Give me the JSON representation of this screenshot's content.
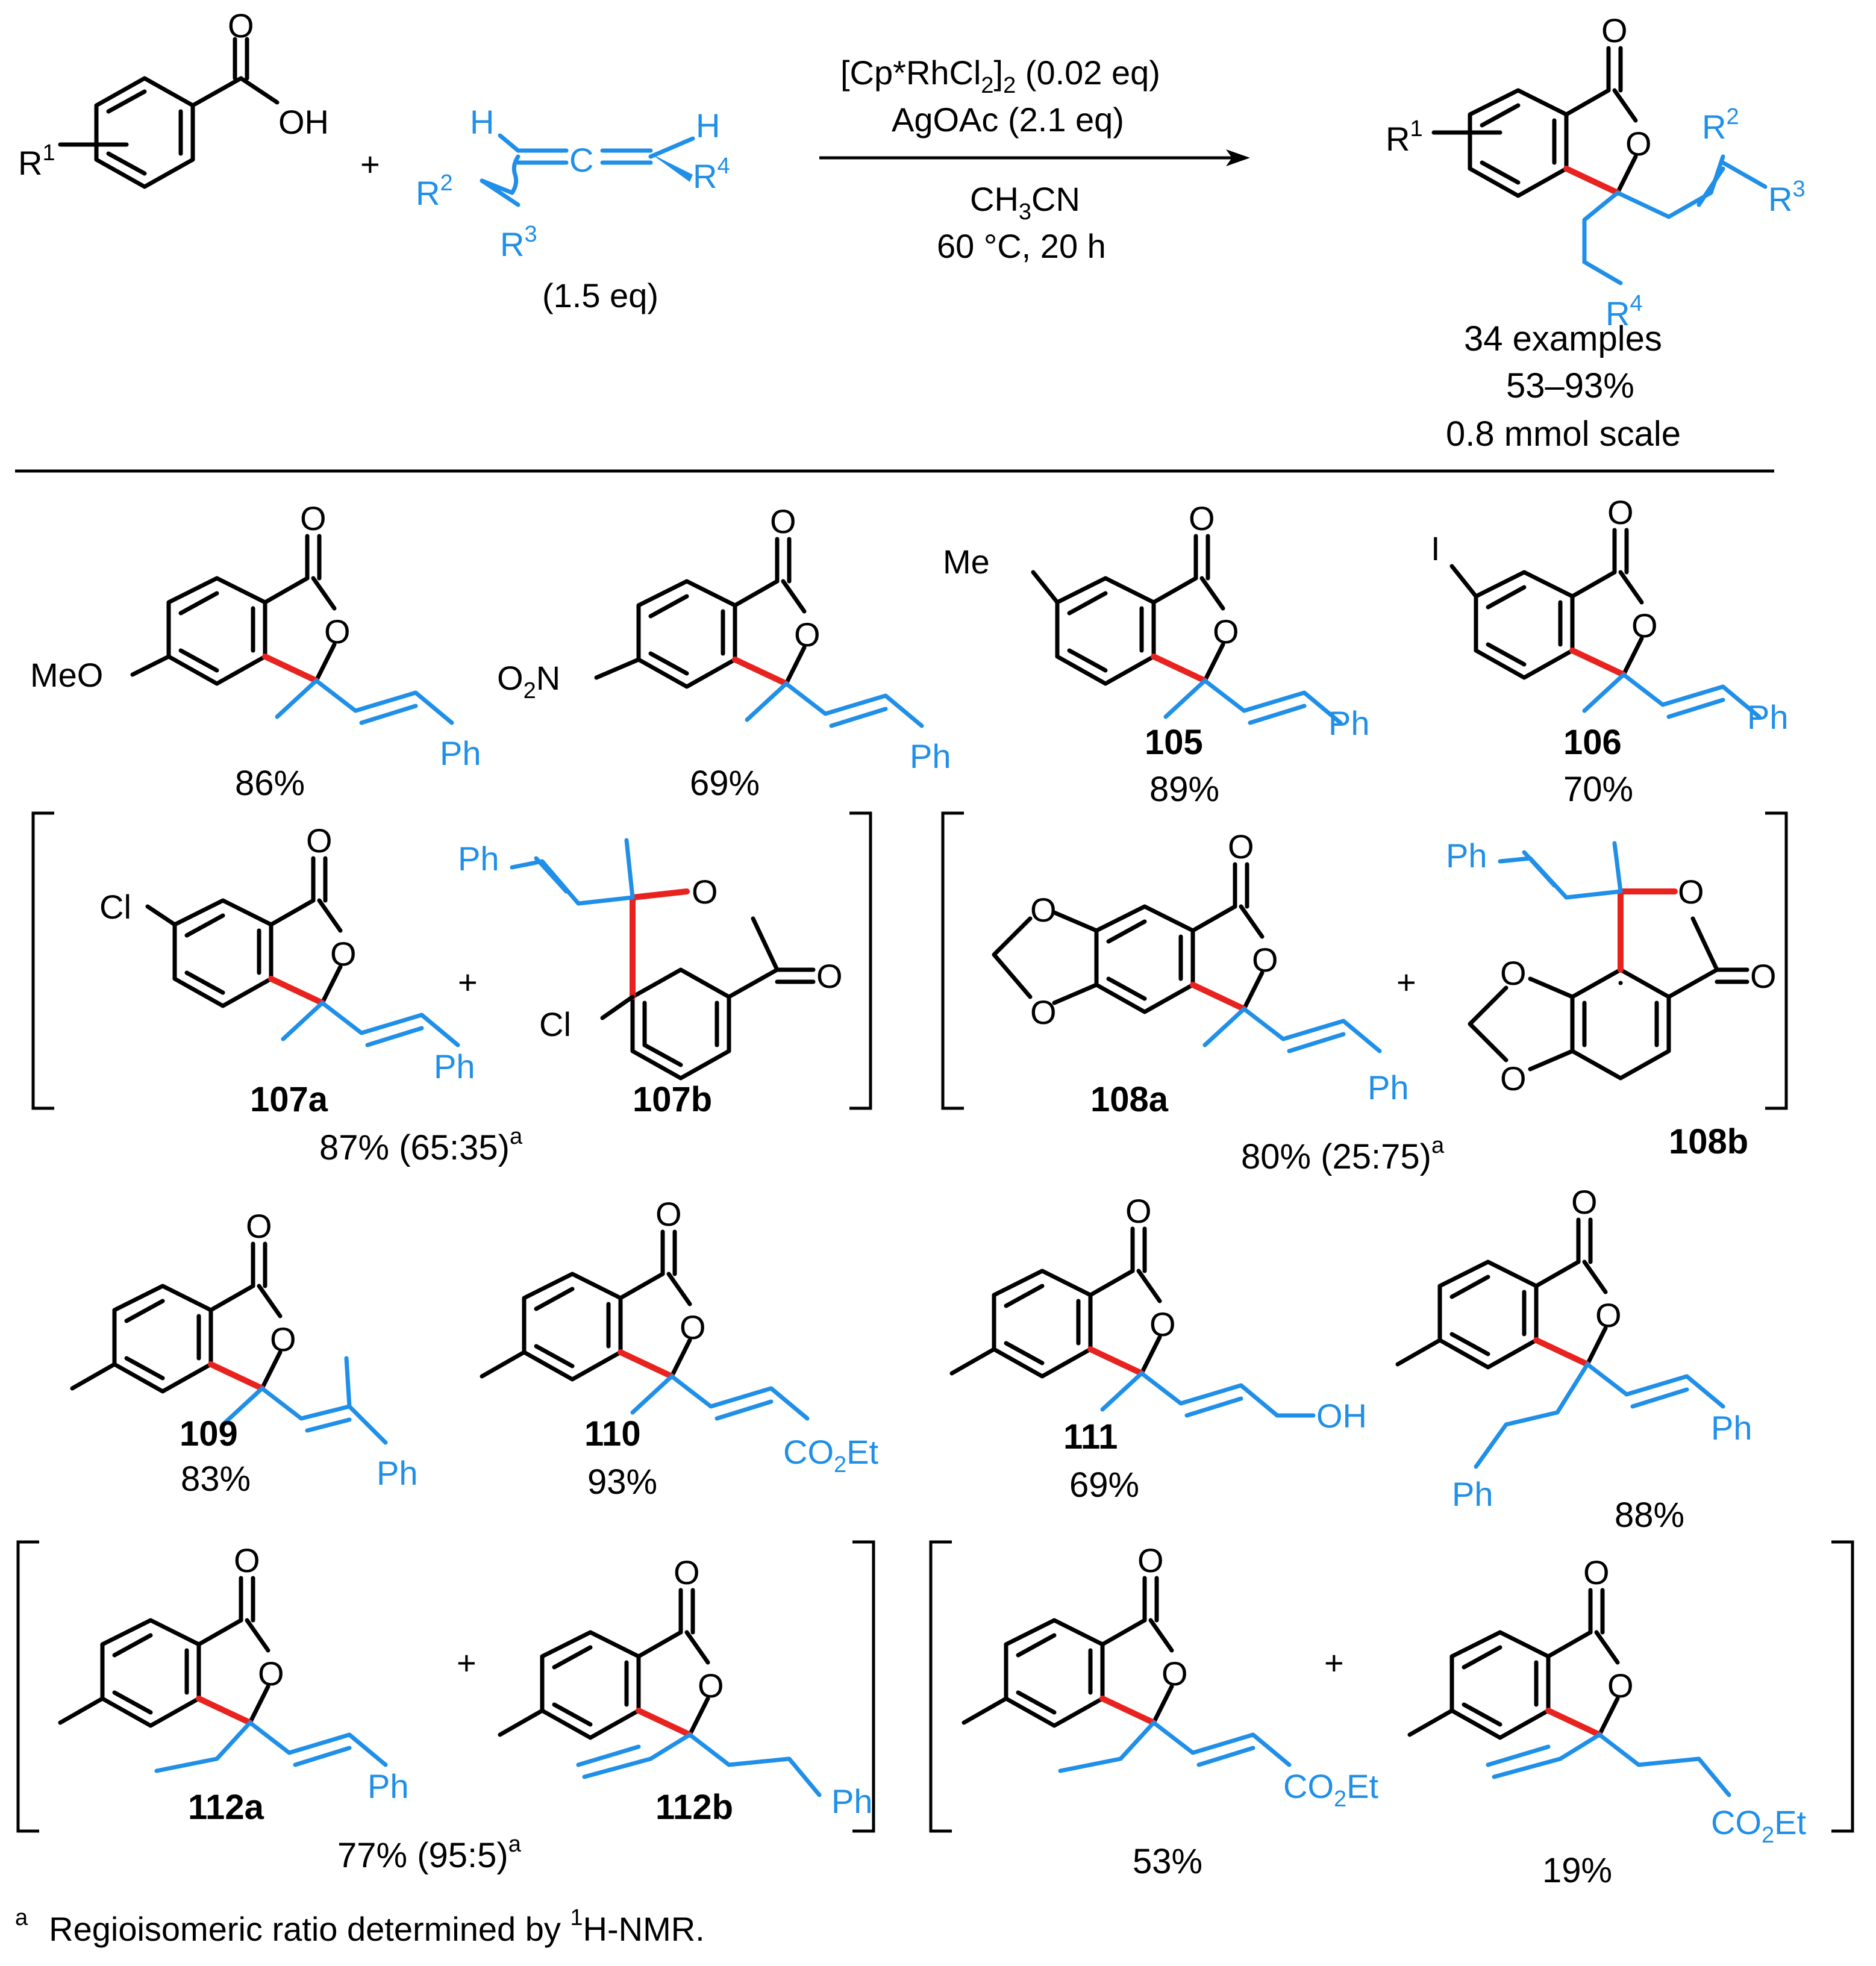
{
  "colors": {
    "bond": "#000000",
    "new_bond": "#e8231f",
    "allene_fragment": "#1f8fe8"
  },
  "scheme": {
    "substrate_acid": {
      "r": "R",
      "sup": "1",
      "oh": "OH",
      "o": "O"
    },
    "plus": "+",
    "allene": {
      "h1": "H",
      "h2": "H",
      "c": "C",
      "r2": "R",
      "r2sup": "2",
      "r3": "R",
      "r3sup": "3",
      "r4": "R",
      "r4sup": "4",
      "equiv": "(1.5 eq)"
    },
    "conditions": {
      "catalyst_a": "[Cp*RhCl",
      "catalyst_sub1": "2",
      "catalyst_b": "]",
      "catalyst_sub2": "2",
      "catalyst_c": " (0.02 eq)",
      "oxidant": "AgOAc (2.1 eq)",
      "solvent_a": "CH",
      "solvent_sub": "3",
      "solvent_b": "CN",
      "temp_time": "60 °C, 20 h"
    },
    "product": {
      "o1": "O",
      "o2": "O",
      "r1": "R",
      "r1sup": "1",
      "r2": "R",
      "r2sup": "2",
      "r3": "R",
      "r3sup": "3",
      "r4": "R",
      "r4sup": "4",
      "examples": "34 examples",
      "yield_range": "53–93%",
      "scale": "0.8 mmol scale"
    }
  },
  "compounds": {
    "c1": {
      "sub": "MeO",
      "ph": "Ph",
      "yield": "86%"
    },
    "c2": {
      "sub_a": "O",
      "sub_sub": "2",
      "sub_b": "N",
      "ph": "Ph",
      "yield": "69%"
    },
    "c105": {
      "sub": "Me",
      "ph": "Ph",
      "label": "105",
      "yield": "89%"
    },
    "c106": {
      "sub": "I",
      "ph": "Ph",
      "label": "106",
      "yield": "70%"
    },
    "c107": {
      "cl_a": "Cl",
      "cl_b": "Cl",
      "ph_a": "Ph",
      "ph_b": "Ph",
      "label_a": "107a",
      "label_b": "107b",
      "yield": "87% (65:35)",
      "note_mark": "a"
    },
    "c108": {
      "ph_a": "Ph",
      "ph_b": "Ph",
      "label_a": "108a",
      "label_b": "108b",
      "yield": "80% (25:75)",
      "note_mark": "a"
    },
    "c109": {
      "ph": "Ph",
      "label": "109",
      "yield": "83%"
    },
    "c110": {
      "ester_a": "CO",
      "ester_sub": "2",
      "ester_b": "Et",
      "label": "110",
      "yield": "93%"
    },
    "c111": {
      "oh": "OH",
      "label": "111",
      "yield": "69%"
    },
    "c_phet": {
      "ph_a": "Ph",
      "ph_b": "Ph",
      "yield": "88%"
    },
    "c112": {
      "ph_a": "Ph",
      "ph_b": "Ph",
      "label_a": "112a",
      "label_b": "112b",
      "yield": "77% (95:5)",
      "note_mark": "a"
    },
    "c_ester": {
      "ester_a": "CO",
      "ester_sub": "2",
      "ester_b": "Et",
      "yield_a": "53%",
      "yield_b": "19%"
    }
  },
  "o_atom": "O",
  "footnote": {
    "mark": "a",
    "text_a": "Regioisomeric ratio determined by ",
    "text_sup": "1",
    "text_b": "H-NMR."
  }
}
